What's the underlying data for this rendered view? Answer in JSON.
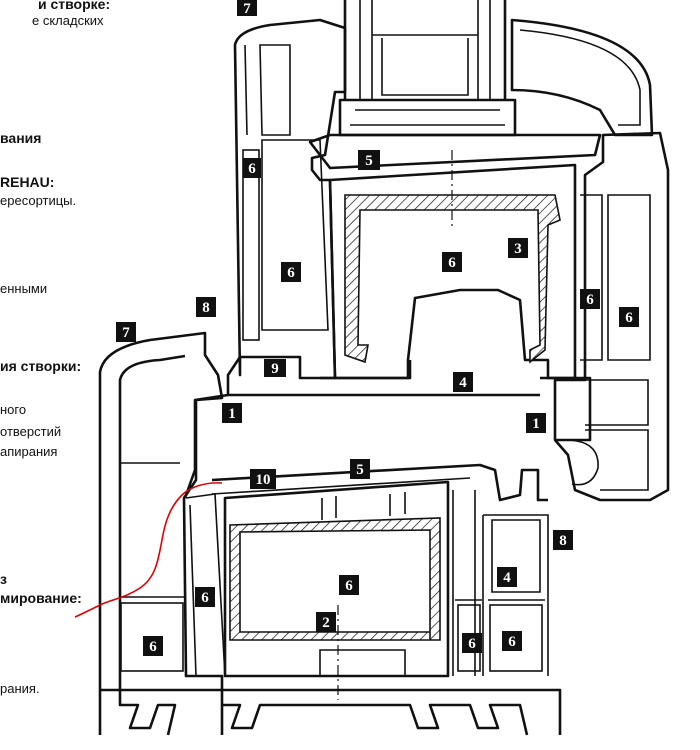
{
  "left_text": [
    {
      "id": "t1",
      "text": "и створке:",
      "bold": true
    },
    {
      "id": "t2",
      "text": "е складских",
      "bold": false
    },
    {
      "id": "t3",
      "text": "вания",
      "bold": true
    },
    {
      "id": "t4",
      "text": "REHAU:",
      "bold": true
    },
    {
      "id": "t5",
      "text": "ересортицы.",
      "bold": false
    },
    {
      "id": "t6",
      "text": "енными",
      "bold": false
    },
    {
      "id": "t7",
      "text": "ия створки:",
      "bold": true
    },
    {
      "id": "t8",
      "text": "ного",
      "bold": false
    },
    {
      "id": "t9",
      "text": "отверстий",
      "bold": false
    },
    {
      "id": "t10",
      "text": "апирания",
      "bold": false
    },
    {
      "id": "t11",
      "text": "з",
      "bold": true
    },
    {
      "id": "t12",
      "text": "мирование:",
      "bold": true
    },
    {
      "id": "t13",
      "text": "рания.",
      "bold": false
    }
  ],
  "callouts": [
    {
      "id": "c7-top",
      "label": "7"
    },
    {
      "id": "c5-top",
      "label": "5"
    },
    {
      "id": "c6-a",
      "label": "6"
    },
    {
      "id": "c6-b",
      "label": "6"
    },
    {
      "id": "c6-c",
      "label": "6"
    },
    {
      "id": "c3",
      "label": "3"
    },
    {
      "id": "c6-d",
      "label": "6"
    },
    {
      "id": "c6-e",
      "label": "6"
    },
    {
      "id": "c8-top",
      "label": "8"
    },
    {
      "id": "c7-left",
      "label": "7"
    },
    {
      "id": "c9",
      "label": "9"
    },
    {
      "id": "c4-mid",
      "label": "4"
    },
    {
      "id": "c1-left",
      "label": "1"
    },
    {
      "id": "c1-right",
      "label": "1"
    },
    {
      "id": "c10",
      "label": "10"
    },
    {
      "id": "c5-bottom",
      "label": "5"
    },
    {
      "id": "c8-right",
      "label": "8"
    },
    {
      "id": "c6-f",
      "label": "6"
    },
    {
      "id": "c6-g",
      "label": "6"
    },
    {
      "id": "c4-small",
      "label": "4"
    },
    {
      "id": "c2",
      "label": "2"
    },
    {
      "id": "c6-h",
      "label": "6"
    },
    {
      "id": "c6-i",
      "label": "6"
    },
    {
      "id": "c6-j",
      "label": "6"
    }
  ],
  "colors": {
    "ink": "#111111",
    "annotation": "#e00000",
    "background": "#ffffff"
  }
}
